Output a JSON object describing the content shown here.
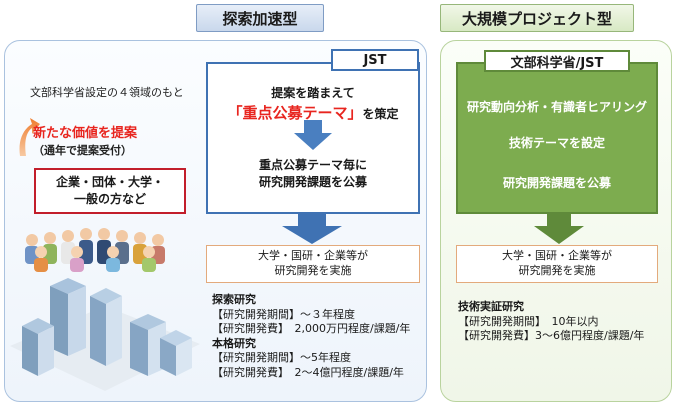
{
  "tabs": {
    "exploratory": "探索加速型",
    "large_scale": "大規模プロジェクト型"
  },
  "left": {
    "domain_text": "文部科学省設定の４領域のもと",
    "proposal_text": "新たな価値を提案",
    "year_round_text": "（通年で提案受付）",
    "proposers_line1": "企業・団体・大学・",
    "proposers_line2": "一般の方など"
  },
  "jst": {
    "label": "JST",
    "line1": "提案を踏まえて",
    "theme": "「重点公募テーマ」",
    "theme_suffix": "を策定",
    "per_theme_line1": "重点公募テーマ毎に",
    "per_theme_line2": "研究開発課題を公募"
  },
  "left_result": {
    "line1": "大学・国研・企業等が",
    "line2": "研究開発を実施"
  },
  "left_details": {
    "explore_heading": "探索研究",
    "explore_period": "【研究開発期間】～３年程度",
    "explore_cost": "【研究開発費】　2,000万円程度/課題/年",
    "full_heading": "本格研究",
    "full_period": "【研究開発期間】～5年程度",
    "full_cost": "【研究開発費】　2～4億円程度/課題/年"
  },
  "mext": {
    "label": "文部科学省/JST",
    "line1": "研究動向分析・有識者ヒアリング",
    "line2": "技術テーマを設定",
    "line3": "研究開発課題を公募"
  },
  "right_result": {
    "line1": "大学・国研・企業等が",
    "line2": "研究開発を実施"
  },
  "right_details": {
    "heading": "技術実証研究",
    "period": "【研究開発期間】　10年以内",
    "cost": "【研究開発費】3～6億円程度/課題/年"
  },
  "colors": {
    "jst_blue": "#3f72b3",
    "mext_green": "#7dac4f",
    "proposal_red": "#e8251f",
    "proposer_border": "#c21e2b",
    "result_border": "#e3aa7c"
  }
}
